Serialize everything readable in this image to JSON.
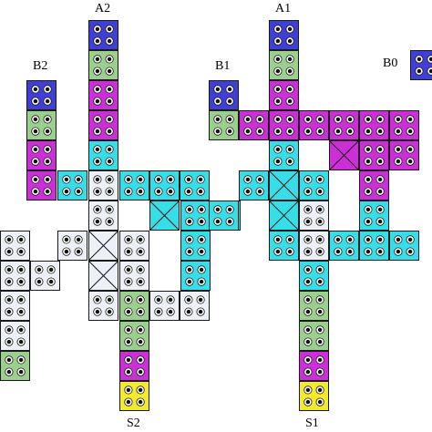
{
  "labels": {
    "A2": "A2",
    "A1": "A1",
    "B2": "B2",
    "B1": "B1",
    "B0": "B0",
    "S2": "S2",
    "S1": "S1"
  },
  "colors": {
    "blue": "#3f3fd6",
    "green": "#9bcf8e",
    "magenta": "#cc2fd8",
    "cyan": "#36dfe8",
    "white": "#eef0f8",
    "yellow": "#f2ea2a",
    "outline": "#1a1a1a",
    "hole_ring": "#ffffff",
    "hole_core": "#111111"
  },
  "tile_kinds": {
    "holes": "dotted-tile",
    "cross": "crossed-tile"
  }
}
